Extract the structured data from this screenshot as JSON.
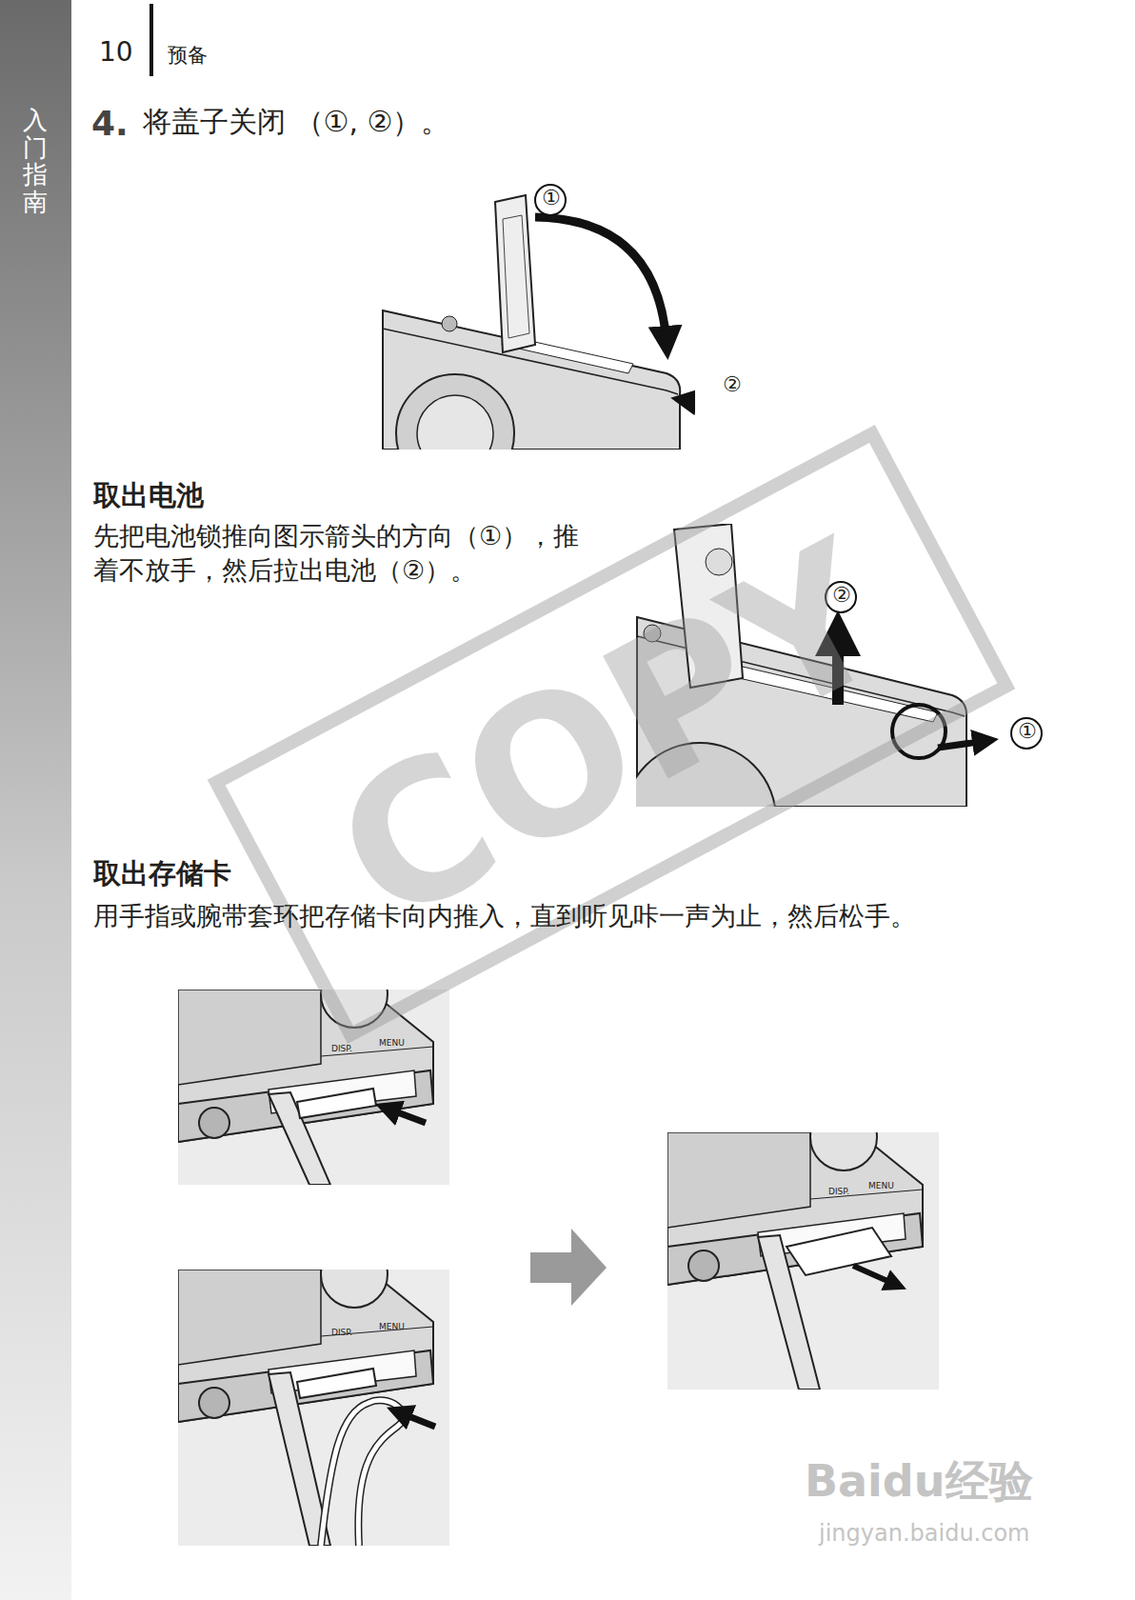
{
  "diagram": {
    "labels": [
      "10",
      "预备",
      "入门指南",
      "4.",
      "将盖子关闭 （①, ②）。",
      "①",
      "②",
      "取出电池",
      "先把电池锁推向图示箭头的方向（①），推着不放手，然后拉出电池（②）。",
      "②",
      "①",
      "取出存储卡",
      "用手指或腕带套环把存储卡向内推入，直到听见咔一声为止，然后松手。",
      "DISP.",
      "MENU",
      "DISP.",
      "MENU",
      "DISP.",
      "MENU",
      "COPY",
      "Baidu经验",
      "jingyan.baidu.com"
    ]
  }
}
